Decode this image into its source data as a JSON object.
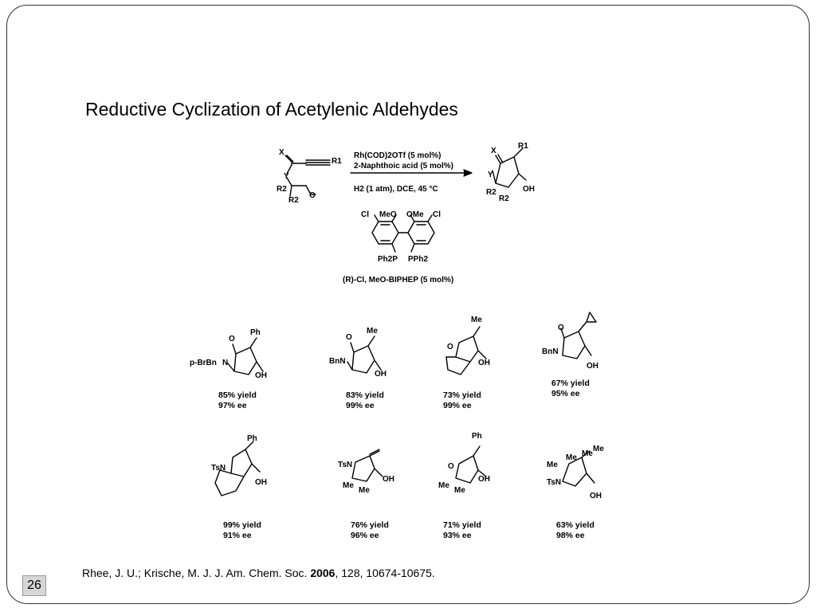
{
  "slide": {
    "title": "Reductive Cyclization of Acetylenic Aldehydes",
    "page_number": "26"
  },
  "scheme": {
    "substrate_labels": [
      "X",
      "R1",
      "Y",
      "R2",
      "R2",
      "O"
    ],
    "conditions": {
      "line1": "Rh(COD)2OTf (5 mol%)",
      "line2": "2-Naphthoic acid (5 mol%)",
      "line3": "H2 (1 atm), DCE, 45 °C"
    },
    "product_labels": [
      "R1",
      "X",
      "Y",
      "R2",
      "R2",
      "OH"
    ],
    "ligand": {
      "labels": [
        "Cl",
        "MeO",
        "OMe",
        "Cl",
        "Ph2P",
        "PPh2"
      ],
      "caption": "(R)-Cl, MeO-BIPHEP (5 mol%)"
    }
  },
  "examples": [
    {
      "substituents": [
        "Ph",
        "O",
        "p-BrBn",
        "N",
        "OH"
      ],
      "yield": "85% yield",
      "ee": "97% ee"
    },
    {
      "substituents": [
        "Me",
        "O",
        "BnN",
        "OH"
      ],
      "yield": "83% yield",
      "ee": "99% ee"
    },
    {
      "substituents": [
        "Me",
        "O",
        "OH"
      ],
      "yield": "73% yield",
      "ee": "99% ee"
    },
    {
      "substituents": [
        "O",
        "BnN",
        "OH"
      ],
      "yield": "67% yield",
      "ee": "95% ee"
    },
    {
      "substituents": [
        "Ph",
        "TsN",
        "OH"
      ],
      "yield": "99% yield",
      "ee": "91% ee"
    },
    {
      "substituents": [
        "TsN",
        "Me",
        "Me",
        "OH"
      ],
      "yield": "76% yield",
      "ee": "96% ee"
    },
    {
      "substituents": [
        "Ph",
        "O",
        "Me",
        "Me",
        "OH"
      ],
      "yield": "71% yield",
      "ee": "93% ee"
    },
    {
      "substituents": [
        "Me",
        "Me",
        "Me",
        "Me",
        "TsN",
        "OH"
      ],
      "yield": "63% yield",
      "ee": "98% ee"
    }
  ],
  "citation": {
    "prefix": "Rhee, J. U.; Krische, M. J. J. Am. Chem. Soc. ",
    "year": "2006",
    "suffix": ", 128, 10674-10675."
  }
}
